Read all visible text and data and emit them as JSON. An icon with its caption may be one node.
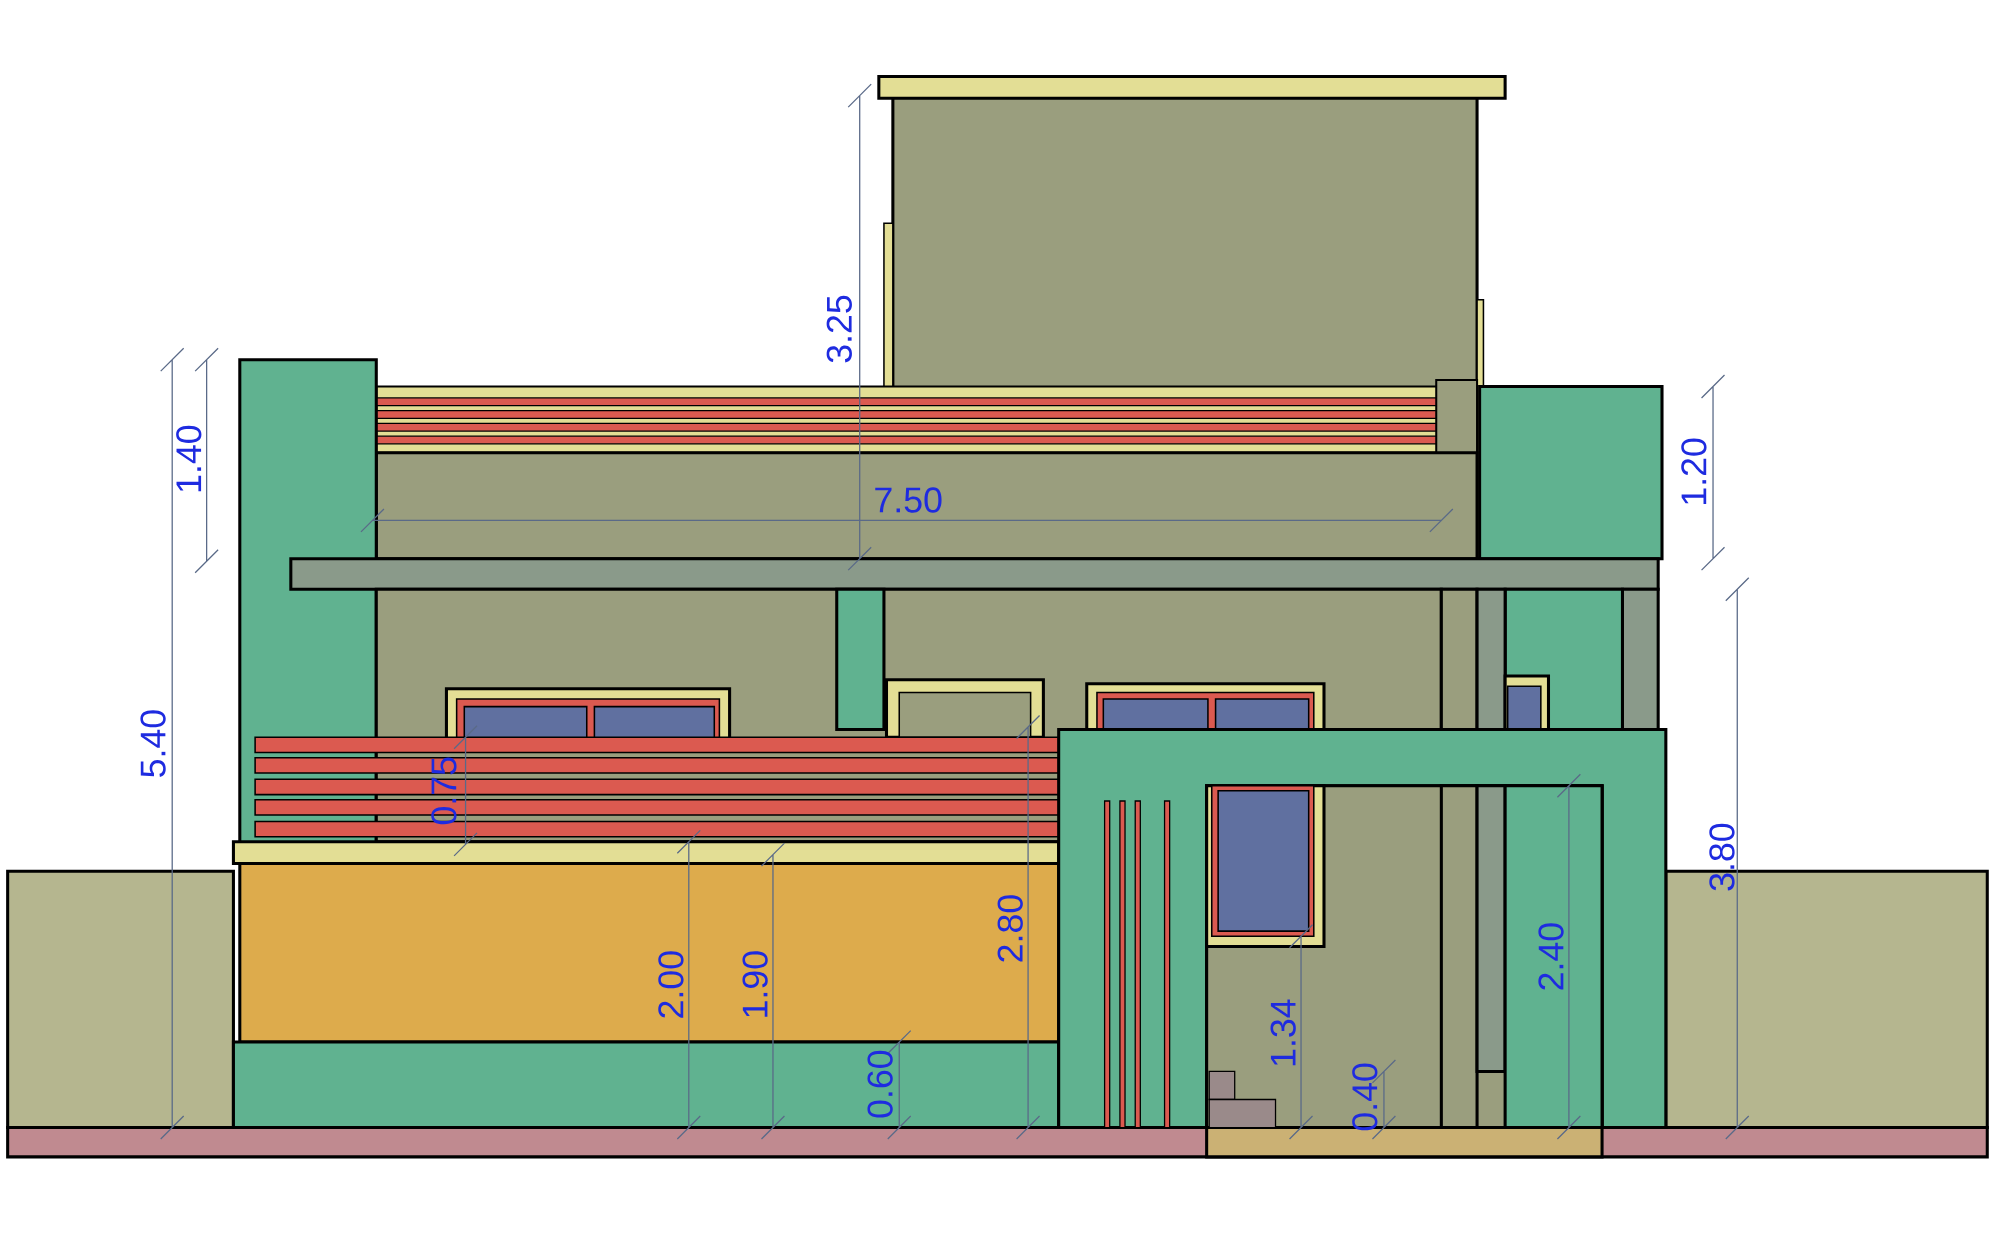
{
  "diagram": {
    "labels": [
      "3.25",
      "1.40",
      "1.20",
      "7.50",
      "5.40",
      "0.75",
      "3.80",
      "2.80",
      "2.40",
      "2.00",
      "1.90",
      "1.34",
      "0.60",
      "0.40"
    ]
  }
}
